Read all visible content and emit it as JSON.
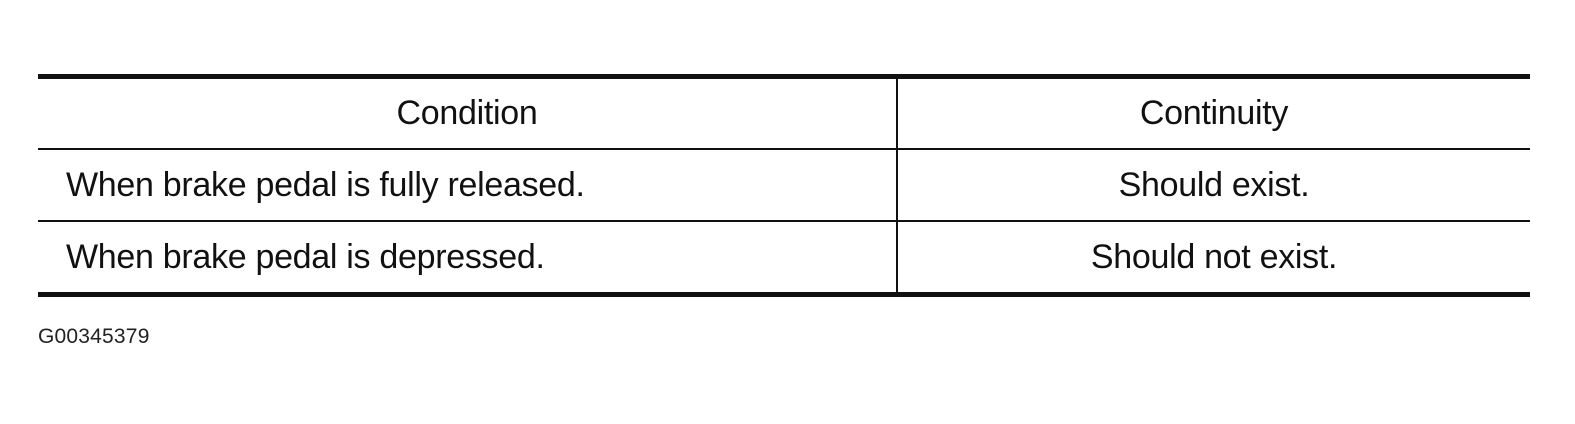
{
  "table": {
    "headers": [
      "Condition",
      "Continuity"
    ],
    "rows": [
      {
        "condition": "When brake pedal is fully released.",
        "continuity": "Should exist."
      },
      {
        "condition": "When brake pedal is depressed.",
        "continuity": "Should not exist."
      }
    ]
  },
  "figure_id": "G00345379"
}
